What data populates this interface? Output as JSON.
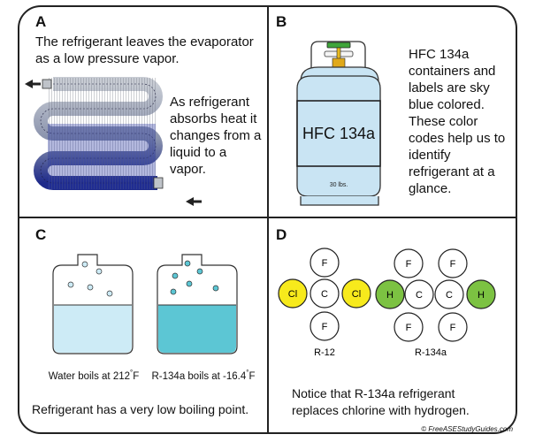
{
  "panels": {
    "a": {
      "label": "A",
      "title": "The refrigerant leaves the evaporator as a low pressure vapor.",
      "body": "As refrigerant absorbs heat it changes from a liquid to a vapor."
    },
    "b": {
      "label": "B",
      "tank_label": "HFC 134a",
      "tank_capacity": "30 lbs.",
      "body": "HFC 134a containers and labels are sky blue colored. These color codes help us to identify refrigerant at a glance.",
      "tank_color": "#c9e4f3",
      "valve_color": "#3fa53a"
    },
    "c": {
      "label": "C",
      "water_caption_text": "Water boils at 212",
      "water_caption_unit": "F",
      "r134a_caption_text": "R-134a boils at -16.4",
      "r134a_caption_unit": "F",
      "degree_mark": "°",
      "footer": "Refrigerant has a very low boiling point.",
      "water_color": "#cdebf6",
      "r134a_color": "#5cc6d4"
    },
    "d": {
      "label": "D",
      "molecule_r12": {
        "name": "R-12",
        "atoms": {
          "f": "F",
          "cl": "Cl",
          "c": "C"
        }
      },
      "molecule_r134a": {
        "name": "R-134a",
        "atoms": {
          "f": "F",
          "h": "H",
          "c": "C"
        }
      },
      "footer": "Notice that R-134a refrigerant replaces chlorine with hydrogen.",
      "chlorine_color": "#f7ea1c",
      "hydrogen_color": "#7cc242"
    }
  },
  "copyright": "© FreeASEStudyGuides.com"
}
